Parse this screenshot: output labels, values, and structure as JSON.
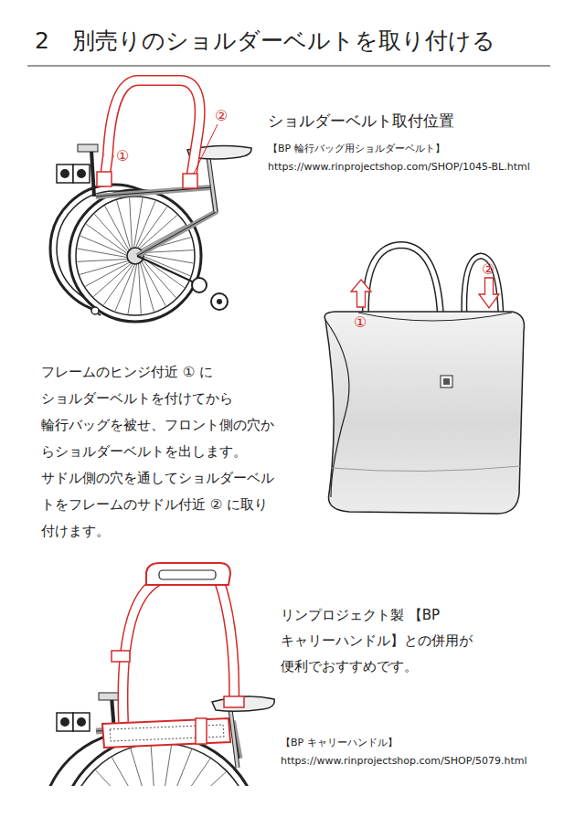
{
  "diagram": {
    "title": "2　別売りのショルダーベルトを取り付ける",
    "labels": [
      "②",
      "①",
      "ショルダーベルト取付位置",
      "【BP 輪行バッグ用ショルダーベルト】",
      "https://www.rinprojectshop.com/SHOP/1045-BL.html",
      "②",
      "①",
      "フレームのヒンジ付近 ① に ショルダーベルトを付けてから 輪行バッグを被せ、フロント側の穴か らショルダーベルトを出します。 サドル側の穴を通してショルダーベル トをフレームのサドル付近 ② に取り 付けます。",
      "リンプロジェクト製 【BP キャリーハンドル】との併用が 便利でおすすめです。",
      "【BP キャリーハンドル】",
      "https://www.rinprojectshop.com/SHOP/5079.html"
    ]
  }
}
